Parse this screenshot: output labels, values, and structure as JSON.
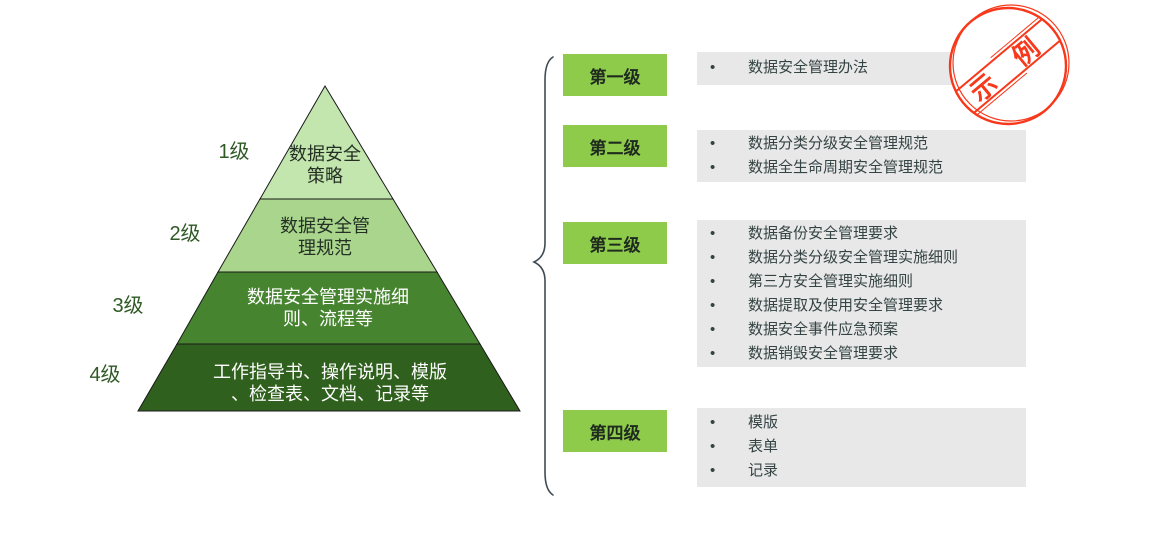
{
  "pyramid": {
    "levels": [
      {
        "side_label": "1级",
        "text": "数据安全\n策略",
        "fill": "#c3e5ae",
        "text_color": "#243024"
      },
      {
        "side_label": "2级",
        "text": "数据安全管\n理规范",
        "fill": "#a9d58c",
        "text_color": "#243024"
      },
      {
        "side_label": "3级",
        "text": "数据安全管理实施细\n则、流程等",
        "fill": "#47842f",
        "text_color": "#ffffff"
      },
      {
        "side_label": "4级",
        "text": "工作指导书、操作说明、模版\n、检查表、文档、记录等",
        "fill": "#30601d",
        "text_color": "#ffffff"
      }
    ],
    "outline_color": "#1a1a1a"
  },
  "legend": {
    "bullet": "•",
    "rows": [
      {
        "label": "第一级",
        "items": [
          "数据安全管理办法"
        ]
      },
      {
        "label": "第二级",
        "items": [
          "数据分类分级安全管理规范",
          "数据全生命周期安全管理规范"
        ]
      },
      {
        "label": "第三级",
        "items": [
          "数据备份安全管理要求",
          "数据分类分级安全管理实施细则",
          "第三方安全管理实施细则",
          "数据提取及使用安全管理要求",
          "数据安全事件应急预案",
          "数据销毁安全管理要求"
        ]
      },
      {
        "label": "第四级",
        "items": [
          "模版",
          "表单",
          "记录"
        ]
      }
    ],
    "label_box_color": "#8ecb4b",
    "item_box_color": "#e9e8e8",
    "item_text_color": "#344343"
  },
  "stamp": {
    "text": "示 例",
    "color": "#f8381a"
  },
  "brace_color": "#3e4b54"
}
